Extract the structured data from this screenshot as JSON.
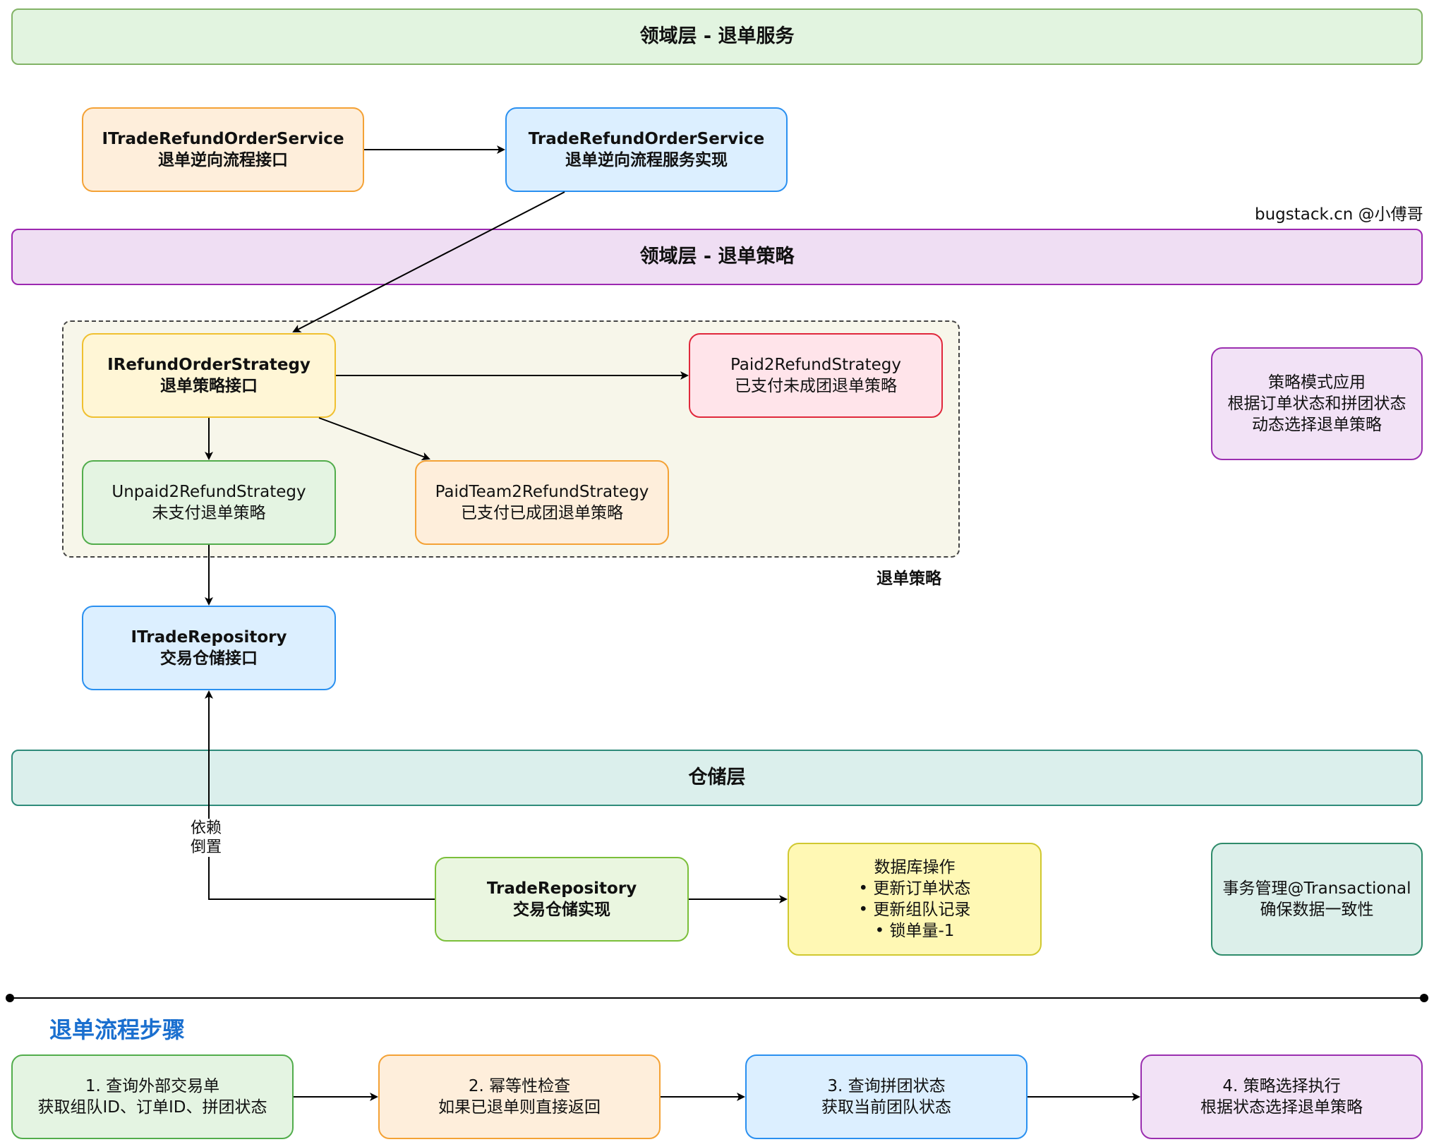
{
  "layers": {
    "domain_service": "领域层 - 退单服务",
    "domain_strategy": "领域层 - 退单策略",
    "repository": "仓储层"
  },
  "watermark": "bugstack.cn @小傅哥",
  "nodes": {
    "itrade_refund_service": {
      "line1": "ITradeRefundOrderService",
      "line2": "退单逆向流程接口"
    },
    "trade_refund_service": {
      "line1": "TradeRefundOrderService",
      "line2": "退单逆向流程服务实现"
    },
    "irefund_strategy": {
      "line1": "IRefundOrderStrategy",
      "line2": "退单策略接口"
    },
    "paid2refund": {
      "line1": "Paid2RefundStrategy",
      "line2": "已支付未成团退单策略"
    },
    "unpaid2refund": {
      "line1": "Unpaid2RefundStrategy",
      "line2": "未支付退单策略"
    },
    "paidteam2refund": {
      "line1": "PaidTeam2RefundStrategy",
      "line2": "已支付已成团退单策略"
    },
    "itrade_repository": {
      "line1": "ITradeRepository",
      "line2": "交易仓储接口"
    },
    "trade_repository": {
      "line1": "TradeRepository",
      "line2": "交易仓储实现"
    },
    "db_ops": {
      "line1": "数据库操作",
      "line2": "• 更新订单状态",
      "line3": "• 更新组队记录",
      "line4": "• 锁单量-1"
    },
    "strategy_note": {
      "line1": "策略模式应用",
      "line2": "根据订单状态和拼团状态",
      "line3": "动态选择退单策略"
    },
    "tx_note": {
      "line1": "事务管理@Transactional",
      "line2": "确保数据一致性"
    }
  },
  "group_label": "退单策略",
  "dependency_label": {
    "line1": "依赖",
    "line2": "倒置"
  },
  "flow": {
    "title": "退单流程步骤",
    "steps": [
      {
        "line1": "1. 查询外部交易单",
        "line2": "获取组队ID、订单ID、拼团状态"
      },
      {
        "line1": "2. 幂等性检查",
        "line2": "如果已退单则直接返回"
      },
      {
        "line1": "3. 查询拼团状态",
        "line2": "获取当前团队状态"
      },
      {
        "line1": "4. 策略选择执行",
        "line2": "根据状态选择退单策略"
      }
    ]
  }
}
